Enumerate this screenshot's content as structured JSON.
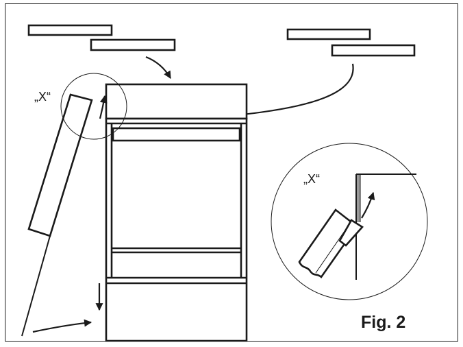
{
  "labels": {
    "detail_marker": "„X“",
    "detail_title": "„X“",
    "figure_caption": "Fig. 2"
  },
  "colors": {
    "line": "#1a1a1a",
    "shade": "#9a9a9a",
    "background": "#ffffff"
  }
}
